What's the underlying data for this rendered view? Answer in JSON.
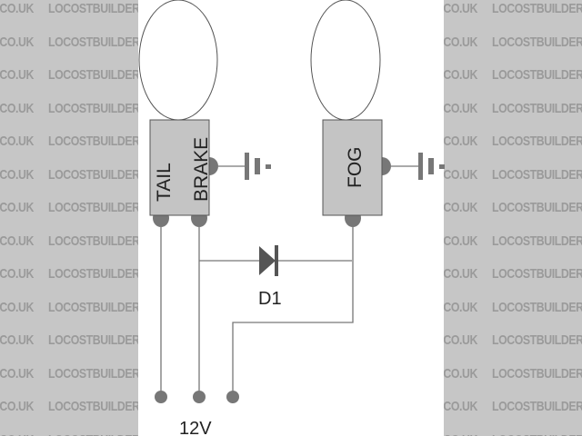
{
  "watermark": {
    "text": "LOCOSTBUILDERS.CO.UK",
    "color": "#9a9a9a",
    "background": "#c6c6c6"
  },
  "lamps": [
    {
      "label_left": "TAIL",
      "label_right": "BRAKE"
    },
    {
      "label": "FOG"
    }
  ],
  "diode": {
    "label": "D1"
  },
  "supply": {
    "label": "12V"
  },
  "colors": {
    "lamp_body": "#c4c4c4",
    "wire": "#777777",
    "terminal": "#777777"
  }
}
